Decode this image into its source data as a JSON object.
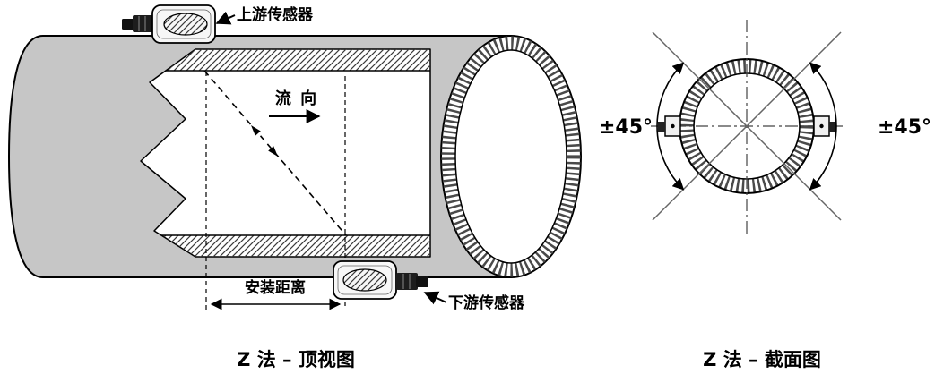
{
  "top_view": {
    "upstream_sensor_label": "上游传感器",
    "downstream_sensor_label": "下游传感器",
    "flow_direction_label": "流 向",
    "install_distance_label": "安装距离",
    "caption": "Z 法 – 顶视图"
  },
  "cross_section": {
    "angle_left_label": "±45°",
    "angle_right_label": "±45°",
    "caption": "Z 法 – 截面图"
  },
  "colors": {
    "pipe_gray": "#c6c6c6",
    "hatch_line": "#3a3a3a",
    "outline": "#000000"
  }
}
